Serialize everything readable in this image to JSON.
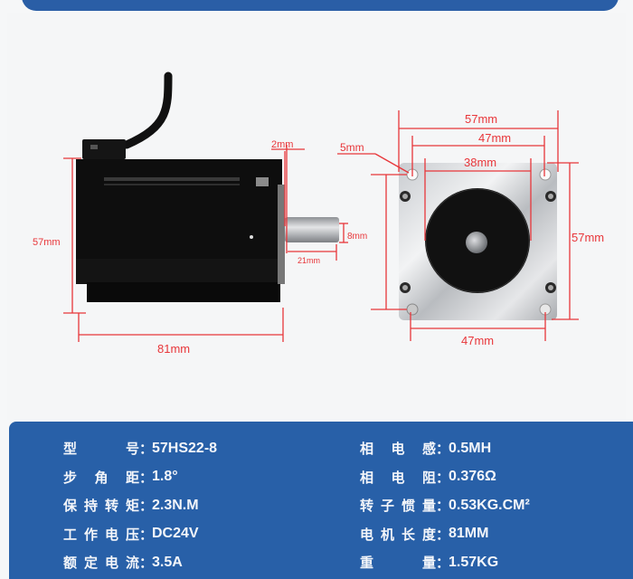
{
  "diagram": {
    "side_view": {
      "dimensions": {
        "height": "57mm",
        "length": "81mm",
        "boss": "2mm",
        "shaft_diameter": "8mm",
        "shaft_length": "21mm"
      }
    },
    "front_view": {
      "dimensions": {
        "width": "57mm",
        "hole_spacing_top": "47mm",
        "boss_diameter": "38mm",
        "hole_diameter": "5mm",
        "height": "57mm",
        "hole_spacing_bottom": "47mm"
      }
    },
    "dimension_color": "#e8363a"
  },
  "specs": {
    "left": [
      {
        "label": "型　　号",
        "value": "57HS22-8"
      },
      {
        "label": "步 角 距",
        "value": "1.8°"
      },
      {
        "label": "保持转矩",
        "value": "2.3N.M"
      },
      {
        "label": "工作电压",
        "value": "DC24V"
      },
      {
        "label": "额定电流",
        "value": "3.5A"
      }
    ],
    "right": [
      {
        "label": "相 电 感",
        "value": "0.5MH"
      },
      {
        "label": "相 电 阻",
        "value": "0.376Ω"
      },
      {
        "label": "转子惯量",
        "value": "0.53KG.CM²"
      },
      {
        "label": "电机长度",
        "value": "81MM"
      },
      {
        "label": "重　　量",
        "value": "1.57KG"
      }
    ],
    "colon": "：",
    "panel_color": "#2860a8"
  },
  "banner_color": "#2a5ea6"
}
